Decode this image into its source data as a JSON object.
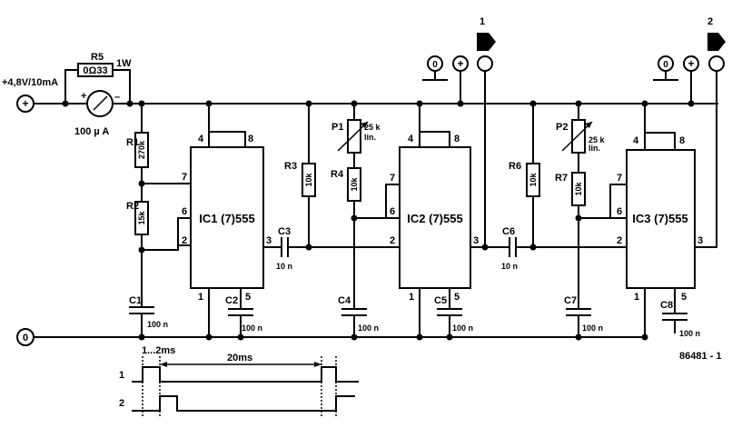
{
  "supply": {
    "label": "+4,8V/10mA",
    "plus": "+"
  },
  "meter": {
    "label": "100 µ A",
    "plus": "+",
    "minus": "–"
  },
  "r5": {
    "name": "R5",
    "value": "0Ω33",
    "power": "1W"
  },
  "r1": {
    "name": "R1",
    "value": "270k"
  },
  "r2": {
    "name": "R2",
    "value": "15k"
  },
  "r3": {
    "name": "R3",
    "value": "10k"
  },
  "r4": {
    "name": "R4",
    "value": "10k"
  },
  "r6": {
    "name": "R6",
    "value": "10k"
  },
  "r7": {
    "name": "R7",
    "value": "10k"
  },
  "p1": {
    "name": "P1",
    "value": "25 k",
    "type": "lin."
  },
  "p2": {
    "name": "P2",
    "value": "25 k",
    "type": "lin."
  },
  "c1": {
    "name": "C1",
    "value": "100 n"
  },
  "c2": {
    "name": "C2",
    "value": "100 n"
  },
  "c3": {
    "name": "C3",
    "value": "10 n"
  },
  "c4": {
    "name": "C4",
    "value": "100 n"
  },
  "c5": {
    "name": "C5",
    "value": "100 n"
  },
  "c6": {
    "name": "C6",
    "value": "10 n"
  },
  "c7": {
    "name": "C7",
    "value": "100 n"
  },
  "c8": {
    "name": "C8",
    "value": "100 n"
  },
  "ic1": {
    "name": "IC1 (7)555"
  },
  "ic2": {
    "name": "IC2 (7)555"
  },
  "ic3": {
    "name": "IC3 (7)555"
  },
  "pins": {
    "p1": "1",
    "p2": "2",
    "p3": "3",
    "p4": "4",
    "p5": "5",
    "p6": "6",
    "p7": "7",
    "p8": "8"
  },
  "outputs": {
    "out1": "1",
    "out2": "2"
  },
  "terminals": {
    "zero": "0",
    "plus": "+"
  },
  "timing": {
    "pulse_width": "1...2ms",
    "period": "20ms",
    "trace1": "1",
    "trace2": "2"
  },
  "figure_code": "86481 - 1"
}
